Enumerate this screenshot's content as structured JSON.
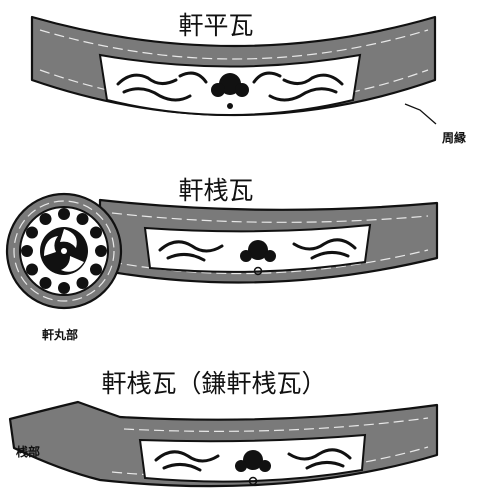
{
  "section1": {
    "title": "軒平瓦",
    "label": "周縁"
  },
  "section2": {
    "title": "軒桟瓦",
    "label": "軒丸部"
  },
  "section3": {
    "title": "軒桟瓦（鎌軒桟瓦）",
    "label": "桟部"
  },
  "colors": {
    "band": "#7a7a7a",
    "outline": "#111111",
    "dash": "#e8e8e8",
    "panel": "#ffffff"
  }
}
